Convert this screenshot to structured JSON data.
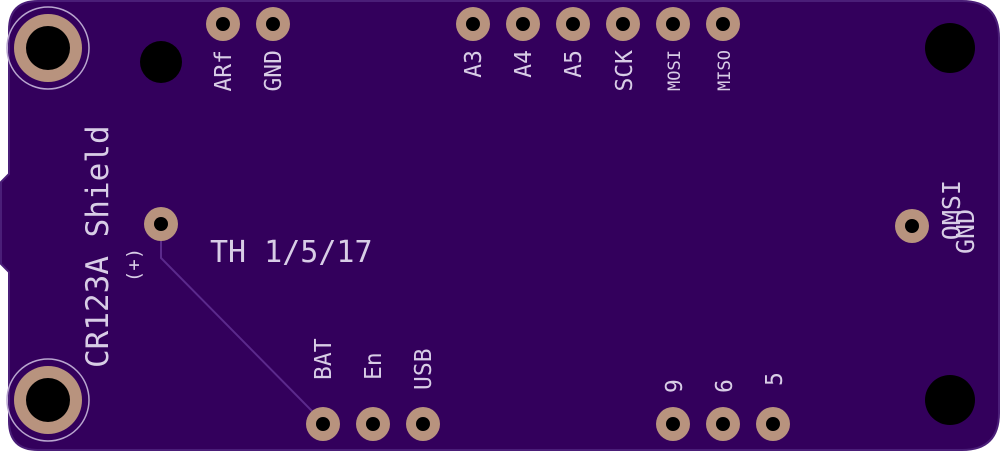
{
  "board": {
    "colors": {
      "board": "#33005c",
      "edge": "#4a1e78",
      "silkscreen": "#d8cde6",
      "copper": "#b8937e",
      "drill": "#000000",
      "trace": "#5b2a8c"
    }
  },
  "labels": {
    "top_pins": [
      "ARf",
      "GND",
      "A3",
      "A4",
      "A5",
      "SCK",
      "MOSI",
      "MISO"
    ],
    "bottom_left_pins": [
      "BAT",
      "En",
      "USB"
    ],
    "bottom_right_pins": [
      "9",
      "6",
      "5"
    ],
    "right_labels": [
      "OMSI",
      "GND"
    ],
    "title": "CR123A Shield",
    "polarity": "(+)",
    "date": "TH 1/5/17"
  }
}
